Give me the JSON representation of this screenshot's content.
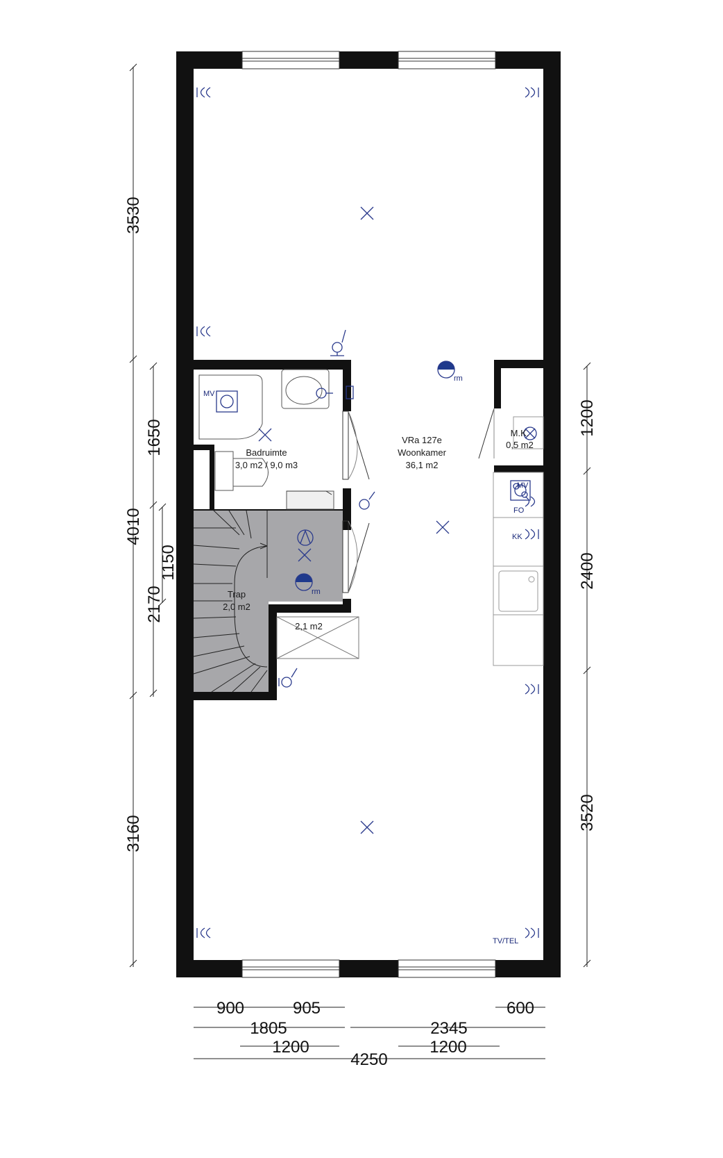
{
  "rooms": {
    "living": {
      "code": "VRa 127e",
      "name": "Woonkamer",
      "area": "36,1 m2"
    },
    "bathroom": {
      "name": "Badruimte",
      "area": "3,0 m2 / 9,0 m3"
    },
    "meter_cupboard": {
      "name": "M.K.",
      "area": "0,5 m2"
    },
    "stairs": {
      "name": "Trap",
      "area": "2,0 m2"
    },
    "landing": {
      "area": "2,1 m2"
    }
  },
  "symbols": {
    "mv_bath": "MV",
    "mv_kitchen": "MV",
    "fo": "FO",
    "kk": "KK",
    "tvtel": "TV/TEL",
    "rm_living": "rm",
    "rm_hall": "rm"
  },
  "dimensions": {
    "left_outer": [
      "3530",
      "4010",
      "3160"
    ],
    "left_inner": [
      "1650",
      "1150",
      "2170"
    ],
    "right": [
      "1200",
      "2400",
      "3520"
    ],
    "bottom_row1": [
      "900",
      "905",
      "600"
    ],
    "bottom_row2": [
      "1805",
      "2345"
    ],
    "bottom_row3": [
      "1200",
      "1200"
    ],
    "bottom_total": "4250"
  },
  "colors": {
    "wall": "#111111",
    "stair_fill": "#a7a7aa",
    "symbol": "#2a3a8c"
  }
}
